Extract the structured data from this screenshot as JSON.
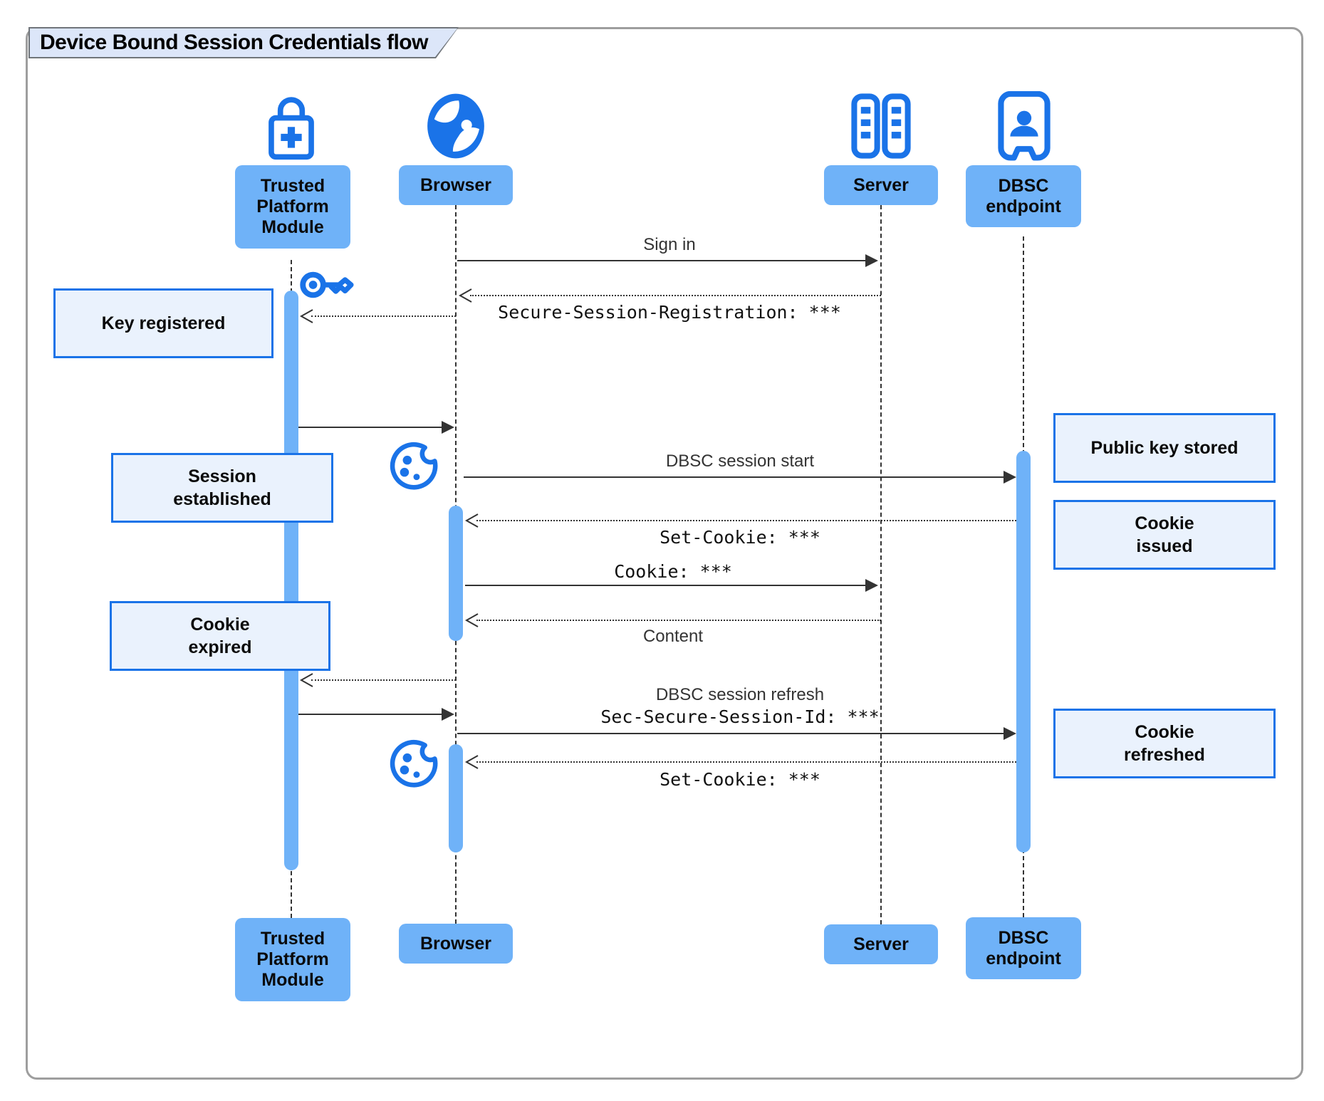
{
  "title": "Device Bound Session Credentials flow",
  "colors": {
    "icon_blue": "#1a73e8",
    "actor_fill": "#6fb2f8",
    "note_fill": "#eaf2fd",
    "note_border": "#1a73e8",
    "line": "#333333",
    "title_fill": "#dce6f9",
    "frame_border": "#9e9e9e"
  },
  "actors": {
    "tpm": {
      "label": "Trusted Platform Module",
      "icon": "lock-plus-icon"
    },
    "browser": {
      "label": "Browser",
      "icon": "globe-icon"
    },
    "server": {
      "label": "Server",
      "icon": "server-icon"
    },
    "dbsc": {
      "label": "DBSC endpoint",
      "icon": "kiosk-person-icon"
    }
  },
  "messages": {
    "sign_in": "Sign in",
    "secure_session_registration": "Secure-Session-Registration: ***",
    "dbsc_session_start": "DBSC session start",
    "set_cookie_1": "Set-Cookie: ***",
    "cookie": "Cookie: ***",
    "content": "Content",
    "dbsc_session_refresh": "DBSC session refresh",
    "sec_secure_session_id": "Sec-Secure-Session-Id: ***",
    "set_cookie_2": "Set-Cookie: ***"
  },
  "notes": {
    "key_registered": "Key registered",
    "session_established": "Session\nestablished",
    "public_key_stored": "Public key stored",
    "cookie_issued": "Cookie\nissued",
    "cookie_expired": "Cookie\nexpired",
    "cookie_refreshed": "Cookie\nrefreshed"
  }
}
